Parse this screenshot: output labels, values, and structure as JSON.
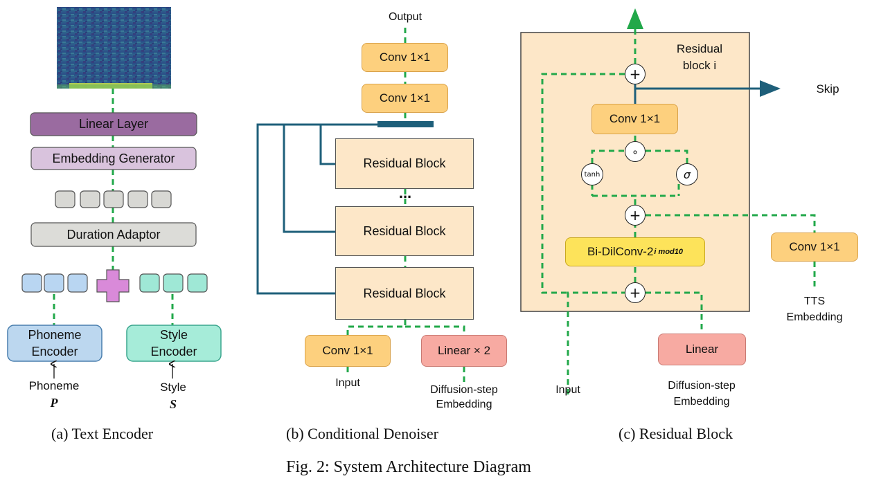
{
  "text_encoder": {
    "linear_layer": "Linear Layer",
    "embedding_generator": "Embedding Generator",
    "duration_adaptor": "Duration Adaptor",
    "phoneme_encoder": "Phoneme Encoder",
    "style_encoder": "Style Encoder",
    "phoneme_input": "Phoneme",
    "phoneme_symbol": "P",
    "style_input": "Style",
    "style_symbol": "S",
    "caption": "(a) Text Encoder"
  },
  "conditional_denoiser": {
    "output": "Output",
    "conv_top": "Conv 1×1",
    "conv_second": "Conv 1×1",
    "residual_block_1": "Residual Block",
    "ellipsis": "...",
    "residual_block_2": "Residual Block",
    "residual_block_3": "Residual Block",
    "conv_input": "Conv 1×1",
    "linear_x2": "Linear × 2",
    "input_label": "Input",
    "diffusion_label_1": "Diffusion-step",
    "diffusion_label_2": "Embedding",
    "caption": "(b) Conditional Denoiser"
  },
  "residual_block": {
    "title_1": "Residual",
    "title_2": "block i",
    "skip": "Skip",
    "conv": "Conv 1×1",
    "gate_symbol": "∘",
    "tanh": "tanh",
    "sigma": "σ",
    "plus": "+",
    "dilconv_main": "Bi-DilConv-2",
    "dilconv_sup": "i mod10",
    "conv_tts": "Conv 1×1",
    "tts_label_1": "TTS",
    "tts_label_2": "Embedding",
    "linear": "Linear",
    "input_label": "Input",
    "diffusion_label_1": "Diffusion-step",
    "diffusion_label_2": "Embedding",
    "caption": "(c) Residual Block"
  },
  "figure_caption": "Fig. 2: System Architecture Diagram",
  "colors": {
    "dashed_green": "#22a84a",
    "teal_line": "#1e5f7a",
    "linear_layer": "#9a6ba0",
    "embedding_generator": "#d9c3dd",
    "duration_adaptor": "#dcdcd8",
    "phoneme_encoder": "#bcd7ef",
    "style_encoder": "#a6ecd9",
    "token_blue": "#b9d6f2",
    "token_green": "#9fe8d6",
    "token_gray": "#d8d8d4",
    "plus_pink": "#d98ad9",
    "orange_box": "#fdd07e",
    "residual_fill": "#fde7c8",
    "linear_pink": "#f7aaa2",
    "yellow_box": "#fde35a"
  }
}
